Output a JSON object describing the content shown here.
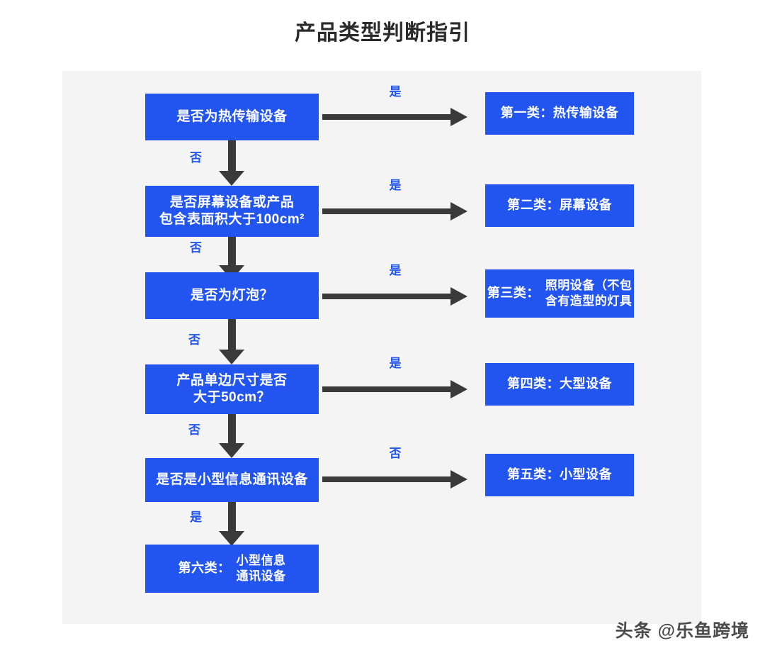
{
  "page": {
    "title": "产品类型判断指引",
    "background_color": "#ffffff",
    "panel_color": "#f4f4f4",
    "accent_color": "#2255f0",
    "arrow_color": "#3a3a3a",
    "watermark": "头条 @乐鱼跨境"
  },
  "chart_data": {
    "type": "diagram",
    "diagram_kind": "decision-flowchart",
    "title": "产品类型判断指引",
    "orientation": "top-to-bottom",
    "node_fill": "#2255f0",
    "node_text_color": "#ffffff",
    "edge_label_color": "#2255f0",
    "nodes": [
      {
        "id": "d1",
        "kind": "decision",
        "text": "是否为热传输设备"
      },
      {
        "id": "r1",
        "kind": "result",
        "tag": "第一类：",
        "text": "第一类：热传输设备"
      },
      {
        "id": "d2",
        "kind": "decision",
        "line1": "是否屏幕设备或产品",
        "line2": "包含表面积大于100cm²"
      },
      {
        "id": "r2",
        "kind": "result",
        "tag": "第二类：",
        "text": "第二类：屏幕设备"
      },
      {
        "id": "d3",
        "kind": "decision",
        "text": "是否为灯泡？"
      },
      {
        "id": "r3",
        "kind": "result",
        "tag": "第三类：",
        "body_line1": "照明设备（不包",
        "body_line2": "含有造型的灯具"
      },
      {
        "id": "d4",
        "kind": "decision",
        "line1": "产品单边尺寸是否",
        "line2": "大于50cm？"
      },
      {
        "id": "r4",
        "kind": "result",
        "tag": "第四类：",
        "text": "第四类：大型设备"
      },
      {
        "id": "d5",
        "kind": "decision",
        "text": "是否是小型信息通讯设备"
      },
      {
        "id": "r5",
        "kind": "result",
        "tag": "第五类：",
        "text": "第五类：小型设备"
      },
      {
        "id": "r6",
        "kind": "result",
        "tag": "第六类：",
        "body_line1": "小型信息",
        "body_line2": "通讯设备"
      }
    ],
    "edges": [
      {
        "from": "d1",
        "to": "r1",
        "label": "是",
        "direction": "right"
      },
      {
        "from": "d1",
        "to": "d2",
        "label": "否",
        "direction": "down"
      },
      {
        "from": "d2",
        "to": "r2",
        "label": "是",
        "direction": "right"
      },
      {
        "from": "d2",
        "to": "d3",
        "label": "否",
        "direction": "down"
      },
      {
        "from": "d3",
        "to": "r3",
        "label": "是",
        "direction": "right"
      },
      {
        "from": "d3",
        "to": "d4",
        "label": "否",
        "direction": "down"
      },
      {
        "from": "d4",
        "to": "r4",
        "label": "是",
        "direction": "right"
      },
      {
        "from": "d4",
        "to": "d5",
        "label": "否",
        "direction": "down"
      },
      {
        "from": "d5",
        "to": "r5",
        "label": "否",
        "direction": "right"
      },
      {
        "from": "d5",
        "to": "r6",
        "label": "是",
        "direction": "down"
      }
    ]
  },
  "flow": {
    "row1": {
      "decision": "是否为热传输设备",
      "right_label": "是",
      "result": "第一类：热传输设备",
      "down_label": "否"
    },
    "row2": {
      "decision_line1": "是否屏幕设备或产品",
      "decision_line2": "包含表面积大于100cm²",
      "right_label": "是",
      "result": "第二类：屏幕设备",
      "down_label": "否"
    },
    "row3": {
      "decision": "是否为灯泡？",
      "right_label": "是",
      "result_tag": "第三类：",
      "result_line1": "照明设备（不包",
      "result_line2": "含有造型的灯具",
      "down_label": "否"
    },
    "row4": {
      "decision_line1": "产品单边尺寸是否",
      "decision_line2": "大于50cm？",
      "right_label": "是",
      "result": "第四类：大型设备",
      "down_label": "否"
    },
    "row5": {
      "decision": "是否是小型信息通讯设备",
      "right_label": "否",
      "result": "第五类：小型设备",
      "down_label": "是"
    },
    "row6": {
      "result_tag": "第六类：",
      "result_line1": "小型信息",
      "result_line2": "通讯设备"
    }
  }
}
